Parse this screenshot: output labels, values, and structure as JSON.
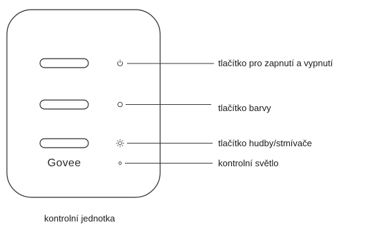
{
  "device": {
    "brand": "Govee",
    "caption": "kontrolní jednotka"
  },
  "callouts": [
    {
      "icon": "power-icon",
      "label": "tlačítko pro zapnutí a vypnutí"
    },
    {
      "icon": "color-icon",
      "label": "tlačítko barvy"
    },
    {
      "icon": "sun-icon",
      "label": "tlačítko hudby/stmívače"
    },
    {
      "icon": "indicator-light-icon",
      "label": "kontrolní světlo"
    }
  ],
  "colors": {
    "outline": "#2b2b2b",
    "text": "#1a1a1a",
    "leader_line": "#3a3a3a"
  }
}
